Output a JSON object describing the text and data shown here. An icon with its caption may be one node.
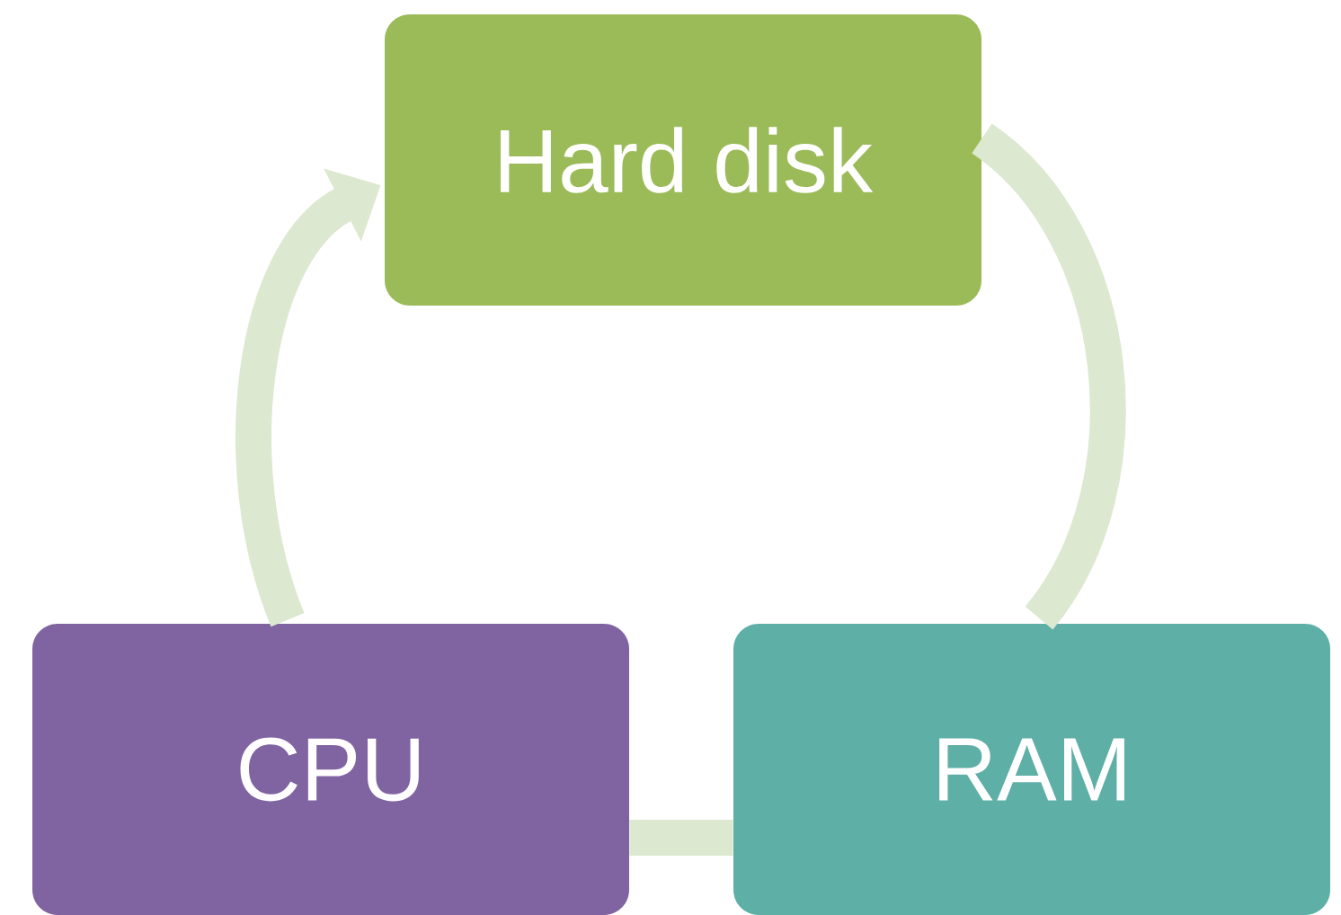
{
  "diagram": {
    "nodes": [
      {
        "text": [
          "Hard disk"
        ]
      },
      {
        "text": [
          "RAM"
        ]
      },
      {
        "text": [
          "CPU"
        ]
      }
    ],
    "edges": [
      {
        "from": 0,
        "to": 1,
        "arrow": "none"
      },
      {
        "from": 1,
        "to": 2,
        "arrow": "none"
      },
      {
        "from": 2,
        "to": 0,
        "arrow": "to"
      }
    ]
  }
}
